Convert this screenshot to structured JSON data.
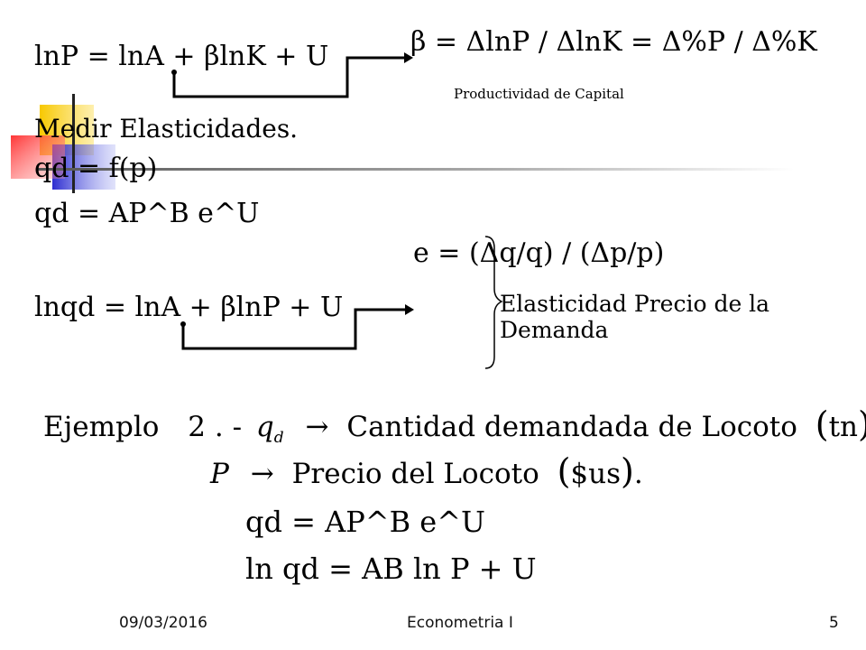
{
  "equations": {
    "ln_p": "lnP = lnA + βlnK + U",
    "beta_def": "β = ΔlnP / ΔlnK = Δ%P / Δ%K",
    "beta_note": "Productividad de Capital",
    "medir": "Medir Elasticidades.",
    "qd_fp": "qd = f(p)",
    "qd_ap": "qd = AP^B e^U",
    "ln_qd": "lnqd = lnA + βlnP + U",
    "e_def": "e = (Δq/q) / (Δp/p)",
    "e_note": "Elasticidad Precio de la Demanda"
  },
  "ejemplo": {
    "prefix": "Ejemplo",
    "number": "2",
    "dash": ". -",
    "qd_label": "Cantidad demandada de Locoto",
    "qd_unit": "tn",
    "p_label": "Precio del Locoto",
    "p_unit": "$us",
    "eq1": "qd = AP^B e^U",
    "eq2": "ln qd = AB ln P + U"
  },
  "footer": {
    "date": "09/03/2016",
    "title": "Econometria I",
    "page": "5"
  },
  "colors": {
    "yellow": "#f5c400",
    "blue": "#3a3ad0",
    "red": "#e02020"
  }
}
